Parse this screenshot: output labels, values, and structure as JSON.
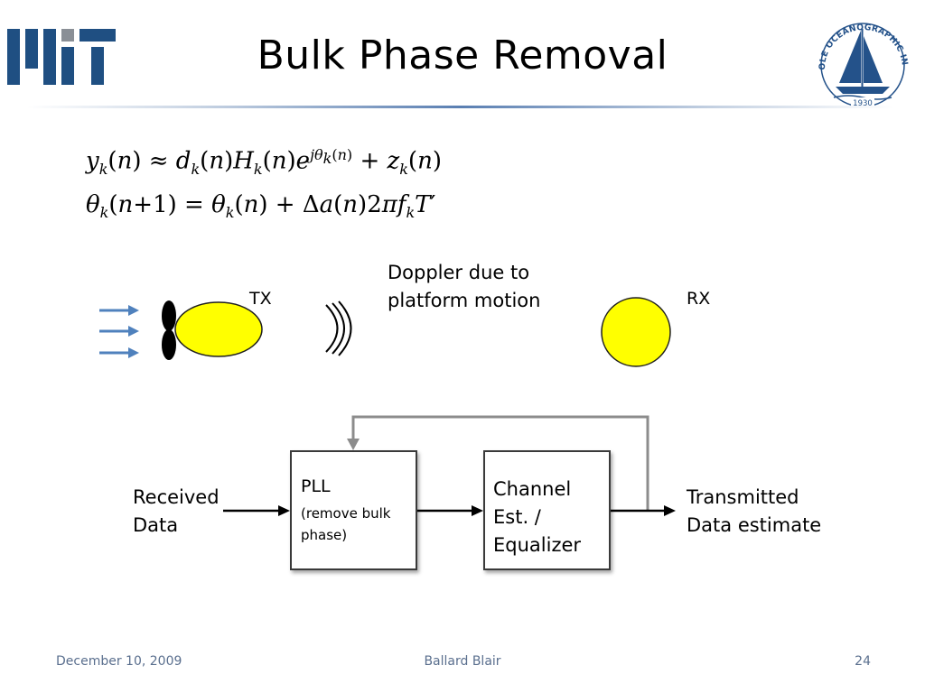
{
  "header": {
    "title": "Bulk Phase Removal",
    "logo_left": "MIT",
    "logo_right_text": "WOODS HOLE OCEANOGRAPHIC INSTITUTION",
    "logo_right_year": "1930"
  },
  "equations": {
    "eq1": "y_k(n) ≈ d_k(n)H_k(n)e^{jθ_k(n)} + z_k(n)",
    "eq2": "θ_k(n+1) = θ_k(n) + Δa(n)2πf_kT′"
  },
  "diagram": {
    "tx_label": "TX",
    "rx_label": "RX",
    "doppler_line1": "Doppler due to",
    "doppler_line2": "platform motion"
  },
  "block_diagram": {
    "input_line1": "Received",
    "input_line2": "Data",
    "pll_title": "PLL",
    "pll_sub1": "(remove bulk",
    "pll_sub2": "phase)",
    "eq_line1": "Channel",
    "eq_line2": "Est. /",
    "eq_line3": "Equalizer",
    "output_line1": "Transmitted",
    "output_line2": "Data estimate"
  },
  "footer": {
    "date": "December 10, 2009",
    "author": "Ballard Blair",
    "page": "24"
  },
  "colors": {
    "mit_blue": "#1f4f82",
    "whoi_blue": "#24528a",
    "yellow": "#ffff00",
    "arrow_blue": "#4f81bd",
    "feedback_gray": "#8c8c8c",
    "footer_text": "#5a6f8e"
  }
}
